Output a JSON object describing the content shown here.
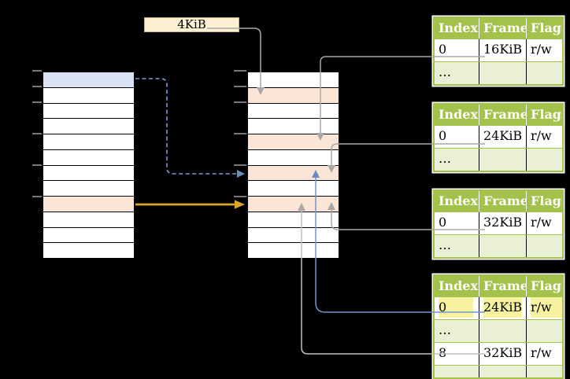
{
  "legend": {
    "label": "4KiB"
  },
  "left_table": {
    "rows": [
      "blue",
      "white",
      "white",
      "white",
      "white",
      "white",
      "white",
      "white",
      "peach",
      "white",
      "white",
      "white"
    ]
  },
  "middle_table": {
    "rows": [
      "white",
      "peach",
      "white",
      "white",
      "peach",
      "white",
      "peach",
      "white",
      "peach",
      "white",
      "white",
      "white"
    ]
  },
  "page_tables": {
    "columns": [
      "Index",
      "Frame",
      "Flags"
    ],
    "tables": [
      {
        "rows": [
          {
            "index": "0",
            "frame": "16KiB",
            "flags": "r/w",
            "highlight": false
          },
          {
            "index": "…",
            "frame": "",
            "flags": "",
            "highlight": false
          }
        ]
      },
      {
        "rows": [
          {
            "index": "0",
            "frame": "24KiB",
            "flags": "r/w",
            "highlight": false
          },
          {
            "index": "…",
            "frame": "",
            "flags": "",
            "highlight": false
          }
        ]
      },
      {
        "rows": [
          {
            "index": "0",
            "frame": "32KiB",
            "flags": "r/w",
            "highlight": false
          },
          {
            "index": "…",
            "frame": "",
            "flags": "",
            "highlight": false
          }
        ]
      },
      {
        "rows": [
          {
            "index": "0",
            "frame": "24KiB",
            "flags": "r/w",
            "highlight": true
          },
          {
            "index": "…",
            "frame": "",
            "flags": "",
            "highlight": false
          },
          {
            "index": "8",
            "frame": "32KiB",
            "flags": "r/w",
            "highlight": false
          },
          {
            "index": "…",
            "frame": "",
            "flags": "",
            "highlight": false
          }
        ]
      }
    ]
  },
  "arrows": [
    {
      "from": "legend-4KiB",
      "to": "frame-4KiB",
      "style": "gray-solid"
    },
    {
      "from": "page-table-1-entry-0",
      "to": "frame-16KiB",
      "style": "gray-solid"
    },
    {
      "from": "page-table-2-entry-0",
      "to": "frame-24KiB",
      "style": "gray-solid"
    },
    {
      "from": "page-table-3-entry-0",
      "to": "frame-32KiB",
      "style": "gray-solid"
    },
    {
      "from": "page-table-4-entry-0",
      "to": "frame-24KiB",
      "style": "blue-solid"
    },
    {
      "from": "page-table-4-entry-8",
      "to": "frame-32KiB",
      "style": "gray-solid"
    },
    {
      "from": "virtual-page-0",
      "to": "frame-24KiB",
      "style": "blue-dashed"
    },
    {
      "from": "virtual-page-8",
      "to": "frame-32KiB",
      "style": "orange-solid"
    }
  ],
  "colors": {
    "background": "#000000",
    "page_highlight_blue": "#DAE3F3",
    "frame_highlight_peach": "#FBE5D6",
    "legend_fill": "#FCEFD2",
    "table_header_green": "#A3C24C",
    "table_alt_row_green": "#E9F0D5",
    "text_highlight_yellow": "#F7F2A0",
    "arrow_gray": "#A9A9A9",
    "arrow_blue": "#7593CB",
    "arrow_orange": "#DFA32B",
    "tick_gray": "#777777"
  }
}
